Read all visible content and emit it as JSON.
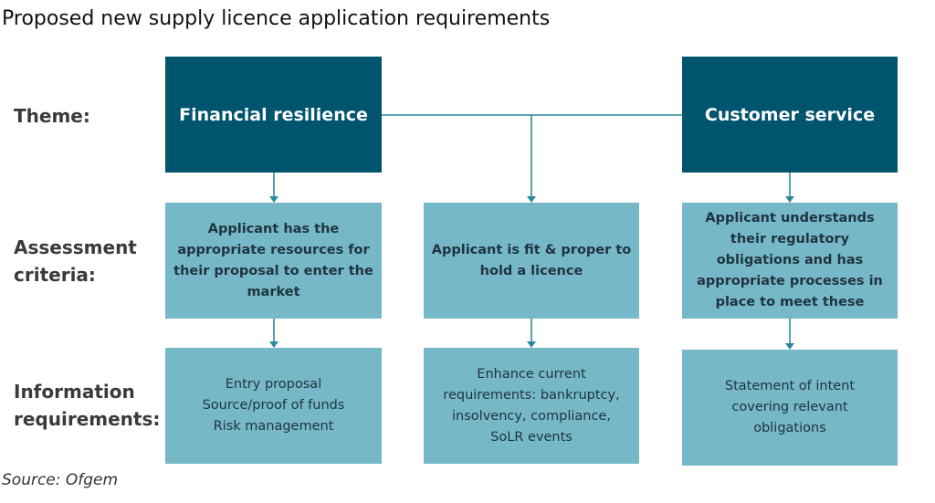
{
  "title": "Proposed new supply licence application requirements",
  "row_labels": {
    "theme": "Theme:",
    "assessment": "Assessment\ncriteria:",
    "information": "Information\nrequirements:"
  },
  "themes": {
    "financial": "Financial resilience",
    "customer": "Customer service"
  },
  "criteria": {
    "financial": "Applicant has the\nappropriate resources for\ntheir proposal to enter the\nmarket",
    "fit_proper": "Applicant is fit & proper to\nhold a licence",
    "customer": "Applicant understands\ntheir regulatory\nobligations and has\nappropriate processes in\nplace to meet these"
  },
  "information": {
    "financial": "Entry proposal\nSource/proof of funds\nRisk management",
    "fit_proper": "Enhance current\nrequirements: bankruptcy,\ninsolvency, compliance,\nSoLR events",
    "customer": "Statement of intent\ncovering relevant\nobligations"
  },
  "source": "Source: Ofgem",
  "colors": {
    "theme_box": "#00546e",
    "light_box": "#76b8c7",
    "connector": "#2a8a9c"
  }
}
